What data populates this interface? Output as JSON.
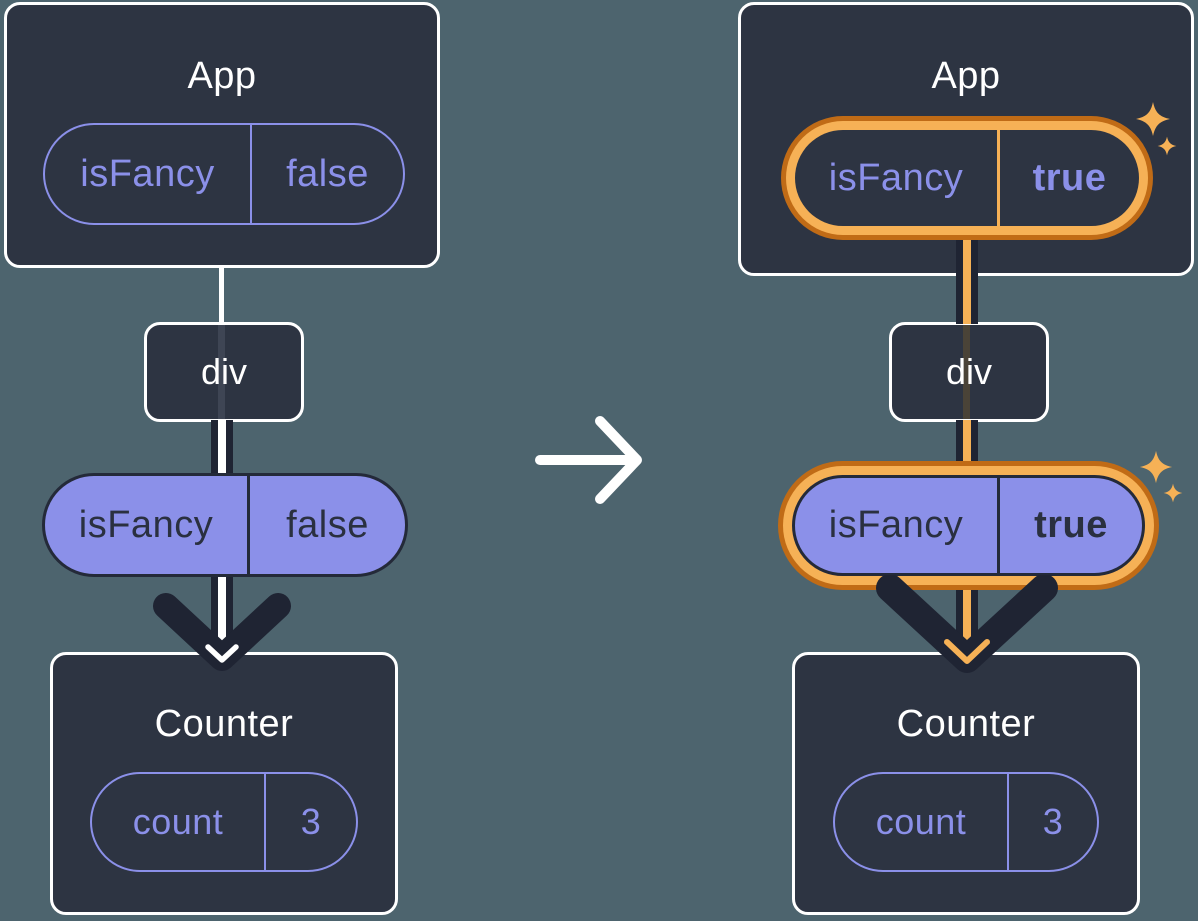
{
  "diagram": {
    "before": {
      "app": {
        "title": "App",
        "prop_name": "isFancy",
        "prop_value": "false"
      },
      "div_tag": {
        "label": "div"
      },
      "passed_prop": {
        "prop_name": "isFancy",
        "prop_value": "false"
      },
      "counter": {
        "title": "Counter",
        "state_name": "count",
        "state_value": "3"
      }
    },
    "after": {
      "app": {
        "title": "App",
        "prop_name": "isFancy",
        "prop_value": "true"
      },
      "div_tag": {
        "label": "div"
      },
      "passed_prop": {
        "prop_name": "isFancy",
        "prop_value": "true"
      },
      "counter": {
        "title": "Counter",
        "state_name": "count",
        "state_value": "3"
      }
    },
    "colors": {
      "background": "#4D646E",
      "node_fill": "#2D3442",
      "node_border": "#FFFFFF",
      "purple": "#8B90E9",
      "ink_dark": "#2A3040",
      "arrow_dark": "#1F2433",
      "highlight_orange": "#F6B156",
      "highlight_orange_dark": "#C06B16"
    },
    "icons": {
      "transition": "arrow-right-icon",
      "highlight": "sparkle-icon",
      "flow": "arrow-down-head-icon"
    }
  }
}
